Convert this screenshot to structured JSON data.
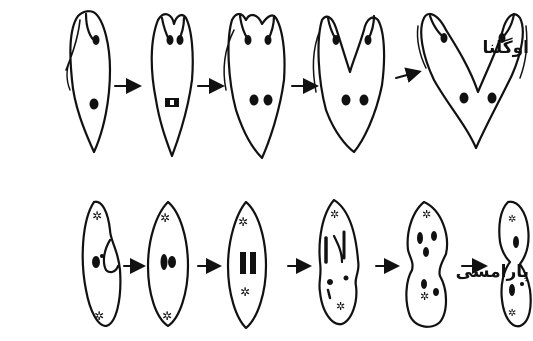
{
  "labels": {
    "euglena": "اوگلنا",
    "paramecium": "پارامسی"
  },
  "euglena_stages": [
    {
      "name": "euglena-stage-1"
    },
    {
      "name": "euglena-stage-2"
    },
    {
      "name": "euglena-stage-3"
    },
    {
      "name": "euglena-stage-4"
    },
    {
      "name": "euglena-stage-5"
    }
  ],
  "paramecium_stages": [
    {
      "name": "paramecium-stage-1"
    },
    {
      "name": "paramecium-stage-2"
    },
    {
      "name": "paramecium-stage-3"
    },
    {
      "name": "paramecium-stage-4"
    },
    {
      "name": "paramecium-stage-5"
    },
    {
      "name": "paramecium-stage-6"
    }
  ],
  "colors": {
    "ink": "#111111",
    "background": "#ffffff"
  }
}
